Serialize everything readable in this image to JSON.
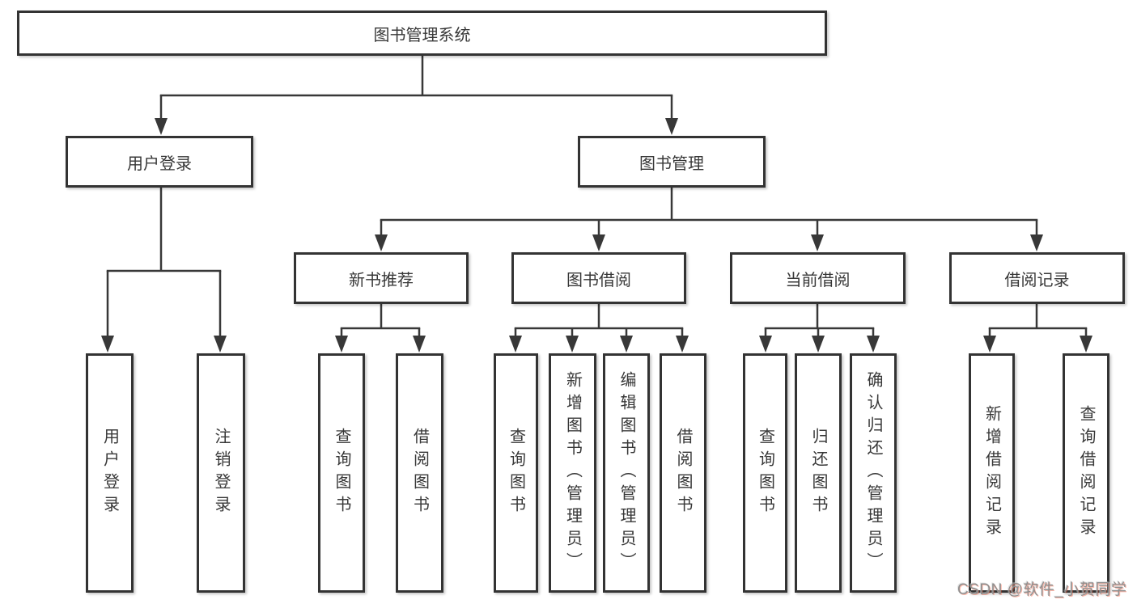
{
  "diagram": {
    "root": {
      "label": "图书管理系统"
    },
    "branches": {
      "user": {
        "label": "用户登录",
        "children": [
          "用户登录",
          "注销登录"
        ]
      },
      "book": {
        "label": "图书管理",
        "sections": [
          {
            "label": "新书推荐",
            "children": [
              "查询图书",
              "借阅图书"
            ]
          },
          {
            "label": "图书借阅",
            "children": [
              "查询图书",
              "新增图书（管理员）",
              "编辑图书（管理员）",
              "借阅图书"
            ]
          },
          {
            "label": "当前借阅",
            "children": [
              "查询图书",
              "归还图书",
              "确认归还（管理员）"
            ]
          },
          {
            "label": "借阅记录",
            "children": [
              "新增借阅记录",
              "查询借阅记录"
            ]
          }
        ]
      }
    },
    "colors": {
      "line": "#383838",
      "box_border": "#333333",
      "box_fill": "#ffffff",
      "text": "#383838",
      "watermark_gray": "#8f8f8f",
      "watermark_red": "#fc5531"
    }
  },
  "watermark": {
    "text": "CSDN @软件_小贺同学"
  }
}
